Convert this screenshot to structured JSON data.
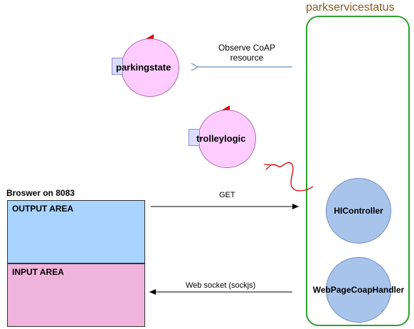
{
  "container": {
    "title": "parkservicestatus",
    "border_color": "#2ea02e",
    "title_color": "#8a5a1e"
  },
  "actors": {
    "parkingstate": {
      "label": "parkingstate"
    },
    "trolleylogic": {
      "label": "trolleylogic"
    }
  },
  "nodes": {
    "hicontroller": {
      "label": "HIController"
    },
    "webpage": {
      "label": "WebPageCoapHandler"
    }
  },
  "browser": {
    "title": "Broswer on 8083",
    "output_area": "OUTPUT AREA",
    "input_area": "INPUT AREA",
    "output_color": "#a8d4ff",
    "input_color": "#f0b4dc"
  },
  "edges": {
    "observe": {
      "line1": "Observe CoAP",
      "line2": "resource"
    },
    "get": {
      "label": "GET"
    },
    "websocket": {
      "label": "Web socket (sockjs)"
    }
  }
}
